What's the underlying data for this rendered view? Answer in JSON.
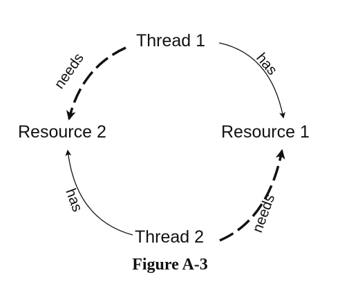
{
  "nodes": {
    "thread_1": "Thread 1",
    "thread_2": "Thread 2",
    "resource_1": "Resource 1",
    "resource_2": "Resource 2"
  },
  "edges": {
    "thread1_has": "has",
    "thread1_needs": "needs",
    "thread2_has": "has",
    "thread2_needs": "needs"
  },
  "caption": "Figure A-3",
  "style": {
    "has_edge": "thin solid line",
    "needs_edge": "thick dashed line",
    "color": "#111111"
  }
}
